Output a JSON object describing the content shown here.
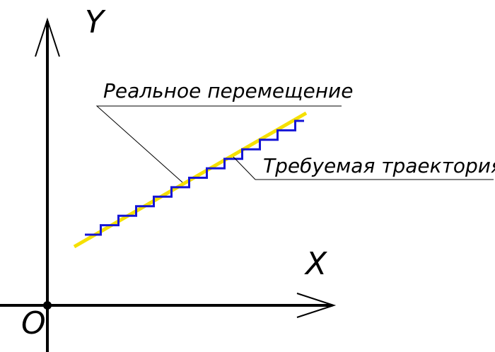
{
  "axes": {
    "y_label": "Y",
    "x_label": "X",
    "origin_label": "O"
  },
  "callouts": {
    "real_motion": "Реальное перемещение",
    "required_trajectory": "Требуемая траектория"
  },
  "colors": {
    "axis": "#000000",
    "required_trajectory": "#f5e000",
    "real_motion": "#1515d6"
  },
  "staircase_steps": 12
}
